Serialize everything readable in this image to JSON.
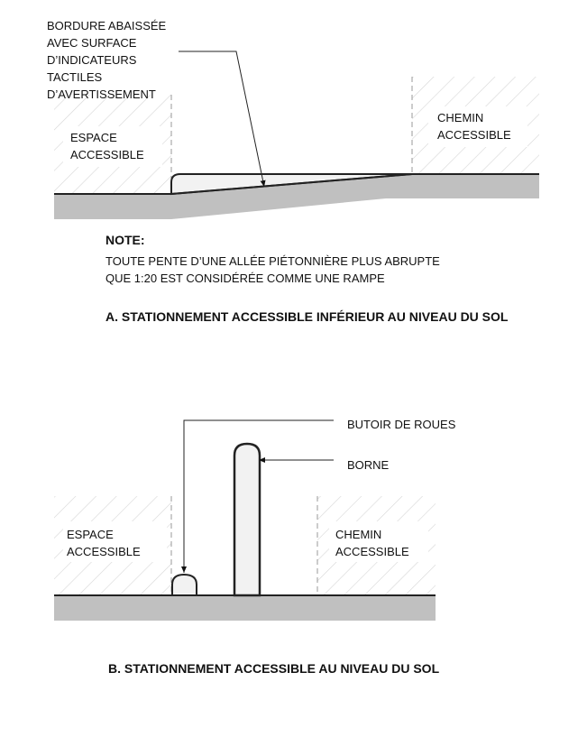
{
  "top_diagram": {
    "callout_lines": [
      "BORDURE ABAISSÉE",
      "AVEC SURFACE",
      "D’INDICATEURS",
      "TACTILES",
      "D’AVERTISSEMENT"
    ],
    "left_label": [
      "ESPACE",
      "ACCESSIBLE"
    ],
    "right_label": [
      "CHEMIN",
      "ACCESSIBLE"
    ],
    "note_heading": "NOTE:",
    "note_lines": [
      "TOUTE PENTE D’UNE ALLÉE PIÉTONNIÈRE PLUS ABRUPTE",
      "QUE 1:20 EST CONSIDÉRÉE COMME UNE RAMPE"
    ],
    "title": "A. STATIONNEMENT ACCESSIBLE INFÉRIEUR AU NIVEAU DU SOL"
  },
  "bottom_diagram": {
    "callout_wheel_stop": "BUTOIR DE ROUES",
    "callout_bollard": "BORNE",
    "left_label": [
      "ESPACE",
      "ACCESSIBLE"
    ],
    "right_label": [
      "CHEMIN",
      "ACCESSIBLE"
    ],
    "title": "B. STATIONNEMENT ACCESSIBLE AU NIVEAU DU SOL"
  },
  "colors": {
    "ground": "#c0c0c0",
    "hatch": "#d8d8d8",
    "line": "#222222",
    "fill": "#f2f2f2"
  }
}
